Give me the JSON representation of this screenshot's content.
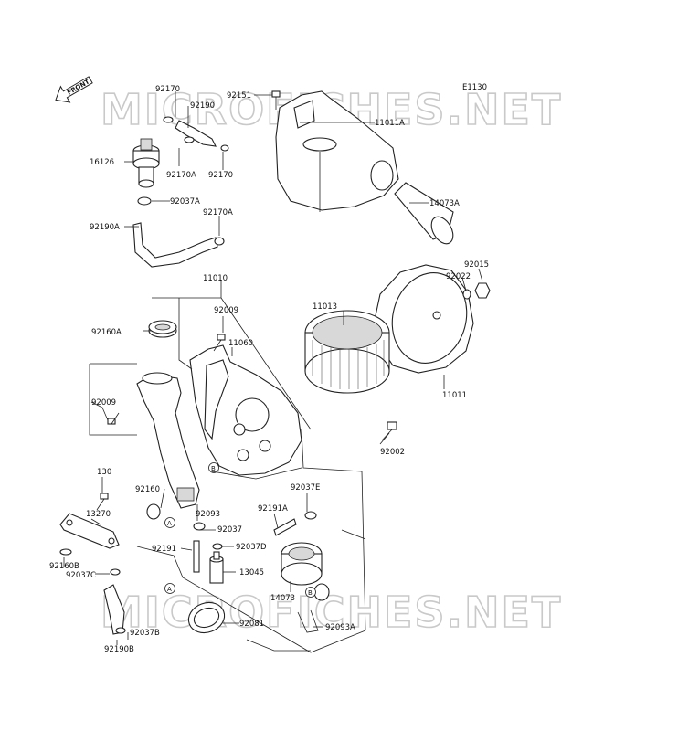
{
  "diagram": {
    "ref_code": "E1130",
    "front_label": "FRONT",
    "watermarks": [
      "MICROFICHES.NET",
      "MICROFICHES.NET"
    ],
    "callout_letters": [
      "A",
      "A",
      "B",
      "B"
    ],
    "part_labels": [
      "92170",
      "92190",
      "92151",
      "11011A",
      "16126",
      "92170A",
      "92170",
      "92037A",
      "92170A",
      "92190A",
      "14073A",
      "11010",
      "92015",
      "92022",
      "11013",
      "92009",
      "92160A",
      "11060",
      "11011",
      "92009",
      "92002",
      "130",
      "92160",
      "92037E",
      "92093",
      "92191A",
      "13270",
      "92037",
      "92191",
      "92037D",
      "92160B",
      "13045",
      "92037C",
      "14073",
      "92081",
      "92093A",
      "92037B",
      "92190B"
    ]
  }
}
